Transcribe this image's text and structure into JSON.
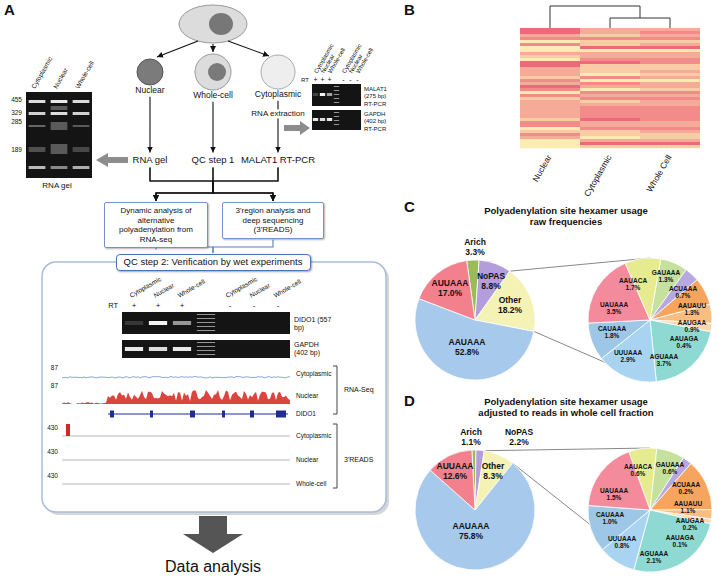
{
  "diagram": {
    "nodes": [
      {
        "text": [
          "Nuclear"
        ]
      },
      {
        "text": [
          "Whole-cell"
        ]
      },
      {
        "text": [
          "Cytoplasmic"
        ]
      },
      {
        "text": [
          "RNA gel"
        ]
      },
      {
        "text": [
          "QC step 1"
        ]
      },
      {
        "text": [
          "MALAT1 RT-PCR"
        ]
      },
      {
        "text": [
          "Dynamic analysis of alternative polyadenylation from RNA-seq"
        ]
      },
      {
        "text": [
          "3'region analysis and deep sequencing (3'READS)"
        ]
      },
      {
        "text": [
          "QC step 2: Verification by wet experiments"
        ]
      }
    ],
    "edges": [
      {
        "from": 0,
        "to": 3,
        "arrow": "to"
      },
      {
        "from": 1,
        "to": 4,
        "arrow": "to"
      },
      {
        "from": 2,
        "to": 5,
        "arrow": "to"
      },
      {
        "from": 3,
        "to": 6,
        "arrow": "to"
      },
      {
        "from": 3,
        "to": 7,
        "arrow": "to"
      },
      {
        "from": 4,
        "to": 6,
        "arrow": "to"
      },
      {
        "from": 4,
        "to": 7,
        "arrow": "to"
      },
      {
        "from": 5,
        "to": 6,
        "arrow": "to"
      },
      {
        "from": 5,
        "to": 7,
        "arrow": "to"
      },
      {
        "from": 6,
        "to": 8,
        "arrow": "none"
      },
      {
        "from": 7,
        "to": 8,
        "arrow": "none"
      }
    ],
    "labels": [
      "A",
      "RNA extraction",
      "Cytoplasmic",
      "Nuclear",
      "Whole-cell",
      "455",
      "329",
      "285",
      "189",
      "RNA gel",
      "RT",
      "Cytoplasmic",
      "Nuclear",
      "Whole-cell",
      "Cytoplasmic",
      "Nuclear",
      "Whole-cell",
      "+",
      "+",
      "+",
      "-",
      "-",
      "-",
      "MALAT1 (275 bp)",
      "RT-PCR",
      "GAPDH (402 bp)",
      "RT-PCR",
      "RT",
      "Cytoplasmic",
      "Nuclear",
      "Whole-cell",
      "Cytoplasmic",
      "Nuclear",
      "Whole-cell",
      "+",
      "+",
      "+",
      "-",
      "-",
      "-",
      "DIDO1 (557 bp)",
      "GAPDH (402 bp)",
      "87",
      "Cytoplasmic",
      "87",
      "Nuclear",
      "DIDO1",
      "RNA-Seq",
      "430",
      "Cytoplasmic",
      "430",
      "Nuclear",
      "430",
      "Whole-cell",
      "3'READS",
      "Data analysis",
      "B",
      "Nuclear",
      "Cytoplasmic",
      "Whole Cell",
      "C",
      "Polyadenylation site hexamer usage raw frequencies",
      "AAUAAA 52.8%",
      "AUUAAA 17.0%",
      "Arich 3.3%",
      "NoPAS 8.8%",
      "Other 18.2%",
      "GAUAAA 1.3%",
      "ACUAAA 0.7%",
      "AAUAUU 1.3%",
      "AAUGAA 0.9%",
      "AAUAGA 0.4%",
      "AGUAAA 3.7%",
      "UUUAAA 2.9%",
      "CAUAAA 1.8%",
      "UAUAAA 3.5%",
      "AAUACA 1.7%",
      "D",
      "Polyadenylation site hexamer usage adjusted to reads in whole cell fraction",
      "AAUAAA 75.8%",
      "AUUAAA 12.6%",
      "Arich 1.1%",
      "NoPAS 2.2%",
      "Other 8.3%",
      "AAUACA 0.6%",
      "GAUAAA 0.6%",
      "ACUAAA 0.2%",
      "AAUAUU 1.1%",
      "AAUGAA 0.2%",
      "AAUAGA 0.1%",
      "AGUAAA 2.1%",
      "UUUAAA 0.8%",
      "CAUAAA 1.0%",
      "UAUAAA 1.5%"
    ]
  }
}
